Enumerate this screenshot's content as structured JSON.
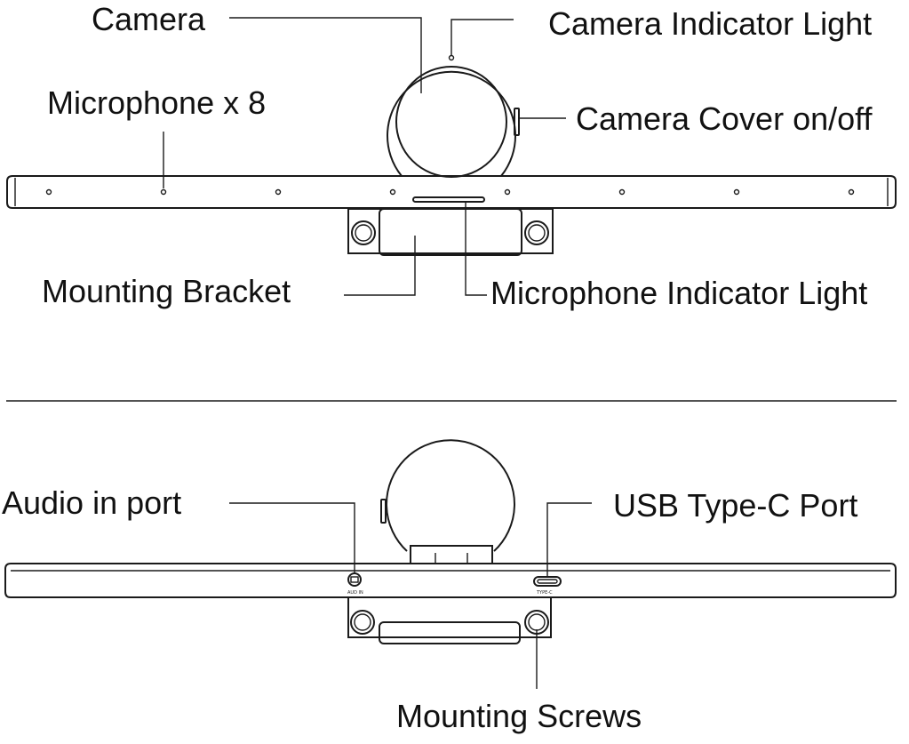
{
  "labels": {
    "camera": "Camera",
    "camera_indicator_light": "Camera Indicator Light",
    "microphone_x8": "Microphone x 8",
    "camera_cover": "Camera Cover on/off",
    "mounting_bracket": "Mounting Bracket",
    "microphone_indicator_light": "Microphone Indicator Light",
    "audio_in_port": "Audio in port",
    "usb_type_c_port": "USB Type-C Port",
    "mounting_screws": "Mounting Screws"
  },
  "port_marks": {
    "audio": "AUD IN",
    "usb": "TYPE-C"
  },
  "colors": {
    "stroke": "#1a1a1a",
    "text": "#111111",
    "background": "#ffffff"
  }
}
